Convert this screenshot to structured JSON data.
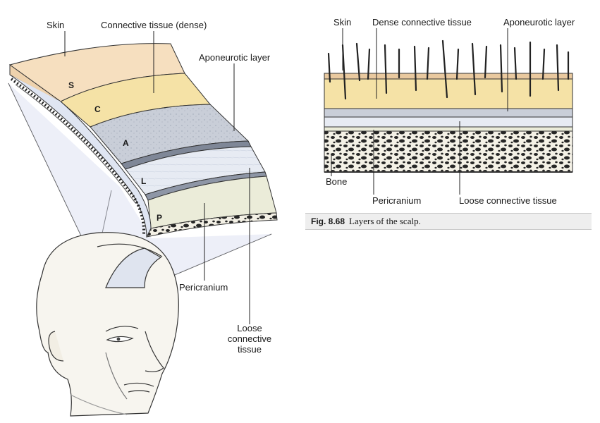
{
  "left_figure": {
    "labels": {
      "skin": "Skin",
      "connective_dense": "Connective tissue (dense)",
      "aponeurotic": "Aponeurotic layer",
      "pericranium": "Pericranium",
      "loose": "Loose connective tissue"
    },
    "letters": [
      "S",
      "C",
      "A",
      "L",
      "P"
    ]
  },
  "right_figure": {
    "labels": {
      "skin": "Skin",
      "dense": "Dense connective tissue",
      "aponeurotic": "Aponeurotic layer",
      "bone": "Bone",
      "pericranium": "Pericranium",
      "loose": "Loose connective tissue"
    }
  },
  "caption": {
    "figure_number": "Fig. 8.68",
    "text": "Layers of the scalp."
  },
  "colors": {
    "skin": "#f6dfbf",
    "dense": "#f5e2a6",
    "aponeurotic": "#c9ced8",
    "loose": "#e7ebf3",
    "pericranium": "#ebecd9",
    "bone_dark": "#2b2b2b",
    "line": "#222222"
  }
}
